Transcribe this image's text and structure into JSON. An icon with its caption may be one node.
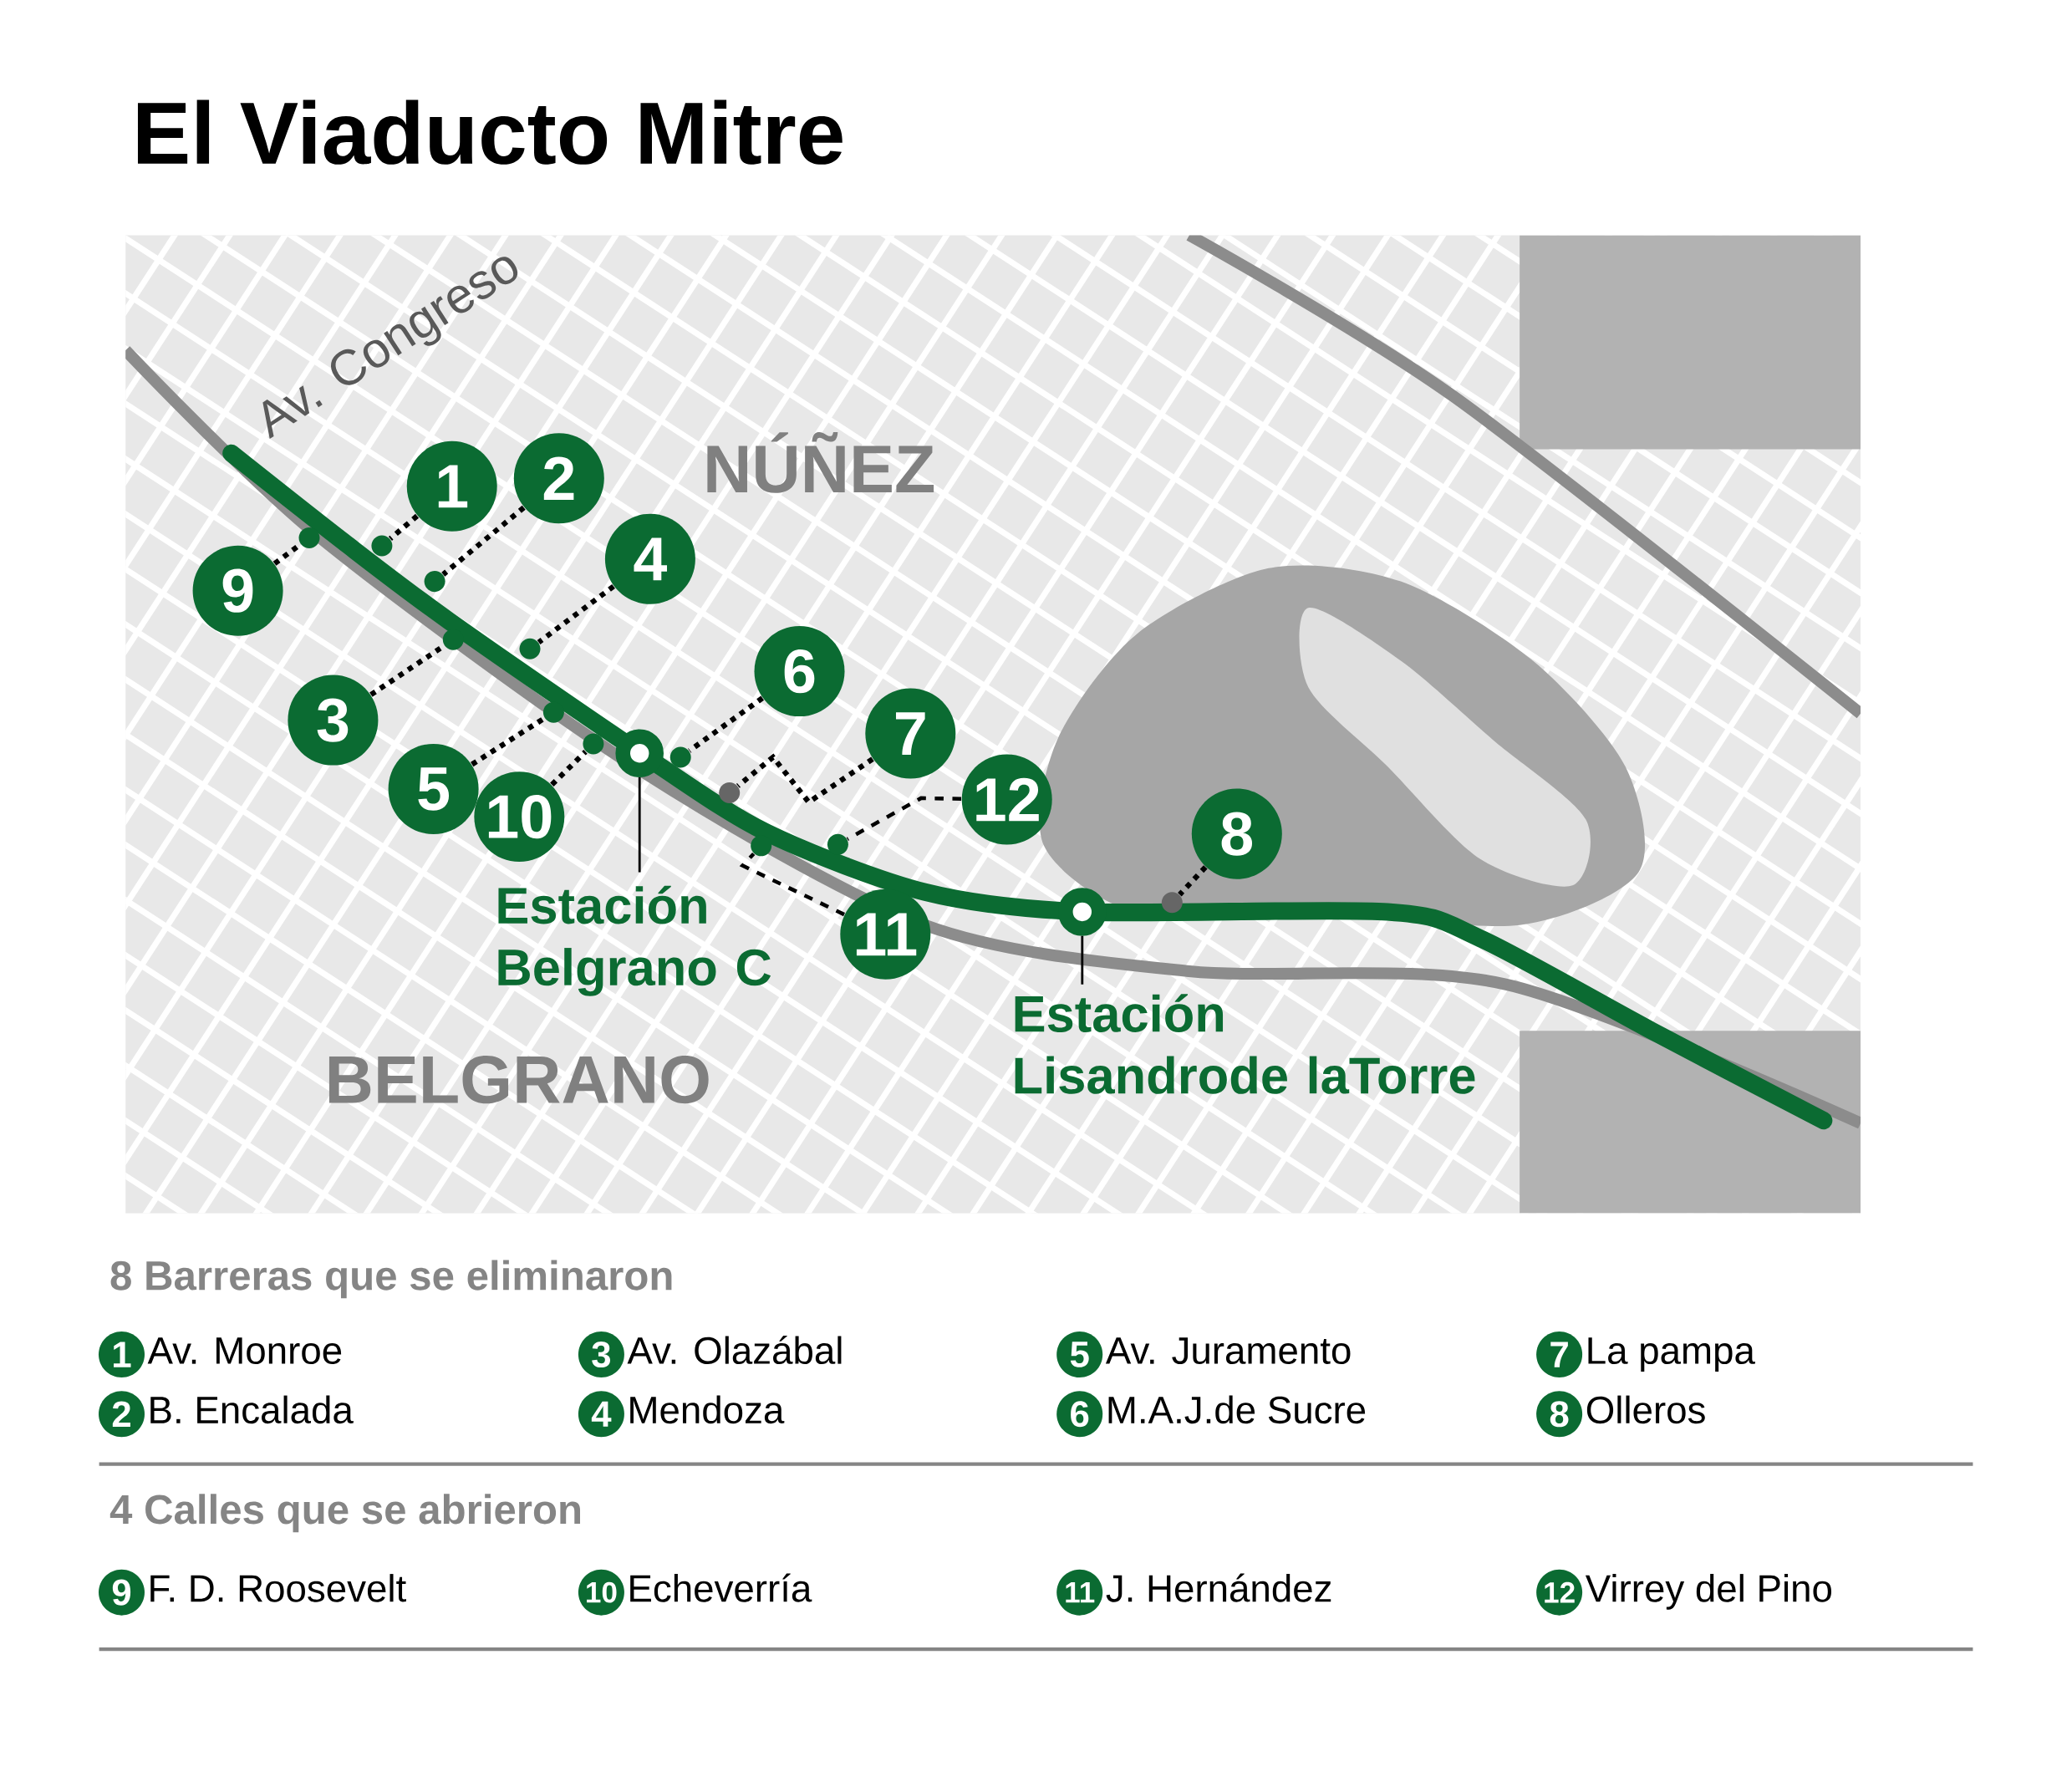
{
  "diagram": {
    "title": "El Viaducto Mitre",
    "nodes": [
      {
        "text": [
          "1"
        ]
      },
      {
        "text": [
          "2"
        ]
      },
      {
        "text": [
          "3"
        ]
      },
      {
        "text": [
          "4"
        ]
      },
      {
        "text": [
          "5"
        ]
      },
      {
        "text": [
          "6"
        ]
      },
      {
        "text": [
          "7"
        ]
      },
      {
        "text": [
          "8"
        ]
      },
      {
        "text": [
          "9"
        ]
      },
      {
        "text": [
          "10"
        ]
      },
      {
        "text": [
          "11"
        ]
      },
      {
        "text": [
          "12"
        ]
      },
      {
        "text": [],
        "shape": "circle"
      },
      {
        "text": [],
        "shape": "circle"
      },
      {
        "text": [],
        "shape": "circle"
      },
      {
        "text": [],
        "shape": "circle"
      },
      {
        "text": [],
        "shape": "circle"
      },
      {
        "text": [],
        "shape": "circle"
      },
      {
        "text": [],
        "shape": "circle"
      },
      {
        "text": [],
        "shape": "circle"
      },
      {
        "text": [],
        "shape": "circle"
      },
      {
        "text": [],
        "shape": "circle"
      },
      {
        "text": [],
        "shape": "circle"
      },
      {
        "text": [],
        "shape": "circle"
      },
      {
        "text": [],
        "shape": "circle"
      },
      {
        "text": [
          "Estación Belgrano C"
        ]
      },
      {
        "text": [],
        "shape": "circle"
      },
      {
        "text": [
          "Estación Lisandrode laTorre"
        ]
      },
      {
        "text": [
          "1"
        ],
        "beside": [
          "Av. Monroe"
        ]
      },
      {
        "text": [
          "2"
        ],
        "beside": [
          "B. Encalada"
        ]
      },
      {
        "text": [
          "3"
        ],
        "beside": [
          "Av. Olazábal"
        ]
      },
      {
        "text": [
          "4"
        ],
        "beside": [
          "Mendoza"
        ]
      },
      {
        "text": [
          "5"
        ],
        "beside": [
          "Av. Juramento"
        ]
      },
      {
        "text": [
          "6"
        ],
        "beside": [
          "M.A.J.de Sucre"
        ]
      },
      {
        "text": [
          "7"
        ],
        "beside": [
          "La pampa"
        ]
      },
      {
        "text": [
          "8"
        ],
        "beside": [
          "Olleros"
        ]
      },
      {
        "text": [
          "9"
        ],
        "beside": [
          "F. D. Roosevelt"
        ]
      },
      {
        "text": [
          "10"
        ],
        "beside": [
          "Echeverría"
        ]
      },
      {
        "text": [
          "11"
        ],
        "beside": [
          "J. Hernández"
        ]
      },
      {
        "text": [
          "12"
        ],
        "beside": [
          "Virrey del Pino"
        ]
      }
    ],
    "edges": [
      {
        "from": 0,
        "to": 12,
        "arrow": "none",
        "style": "dashed"
      },
      {
        "from": 1,
        "to": 13,
        "arrow": "none",
        "style": "dashed"
      },
      {
        "from": 2,
        "to": 14,
        "arrow": "none",
        "style": "dashed"
      },
      {
        "from": 3,
        "to": 15,
        "arrow": "none",
        "style": "dashed"
      },
      {
        "from": 4,
        "to": 16,
        "arrow": "none",
        "style": "dashed"
      },
      {
        "from": 5,
        "to": 17,
        "arrow": "none",
        "style": "dashed"
      },
      {
        "from": 6,
        "to": 18,
        "arrow": "none",
        "style": "dashed"
      },
      {
        "from": 7,
        "to": 19,
        "arrow": "none",
        "style": "dashed"
      },
      {
        "from": 8,
        "to": 20,
        "arrow": "none",
        "style": "dashed"
      },
      {
        "from": 9,
        "to": 21,
        "arrow": "none",
        "style": "dashed"
      },
      {
        "from": 10,
        "to": 22,
        "arrow": "none",
        "style": "dashed"
      },
      {
        "from": 11,
        "to": 23,
        "arrow": "none",
        "style": "dashed"
      },
      {
        "from": 25,
        "to": 24,
        "arrow": "none"
      },
      {
        "from": 27,
        "to": 26,
        "arrow": "none"
      }
    ],
    "labels": [
      "Av. Congreso",
      "NÚÑEZ",
      "BELGRANO",
      "8 Barreras que se eliminaron",
      "4 Calles que se abrieron"
    ]
  }
}
